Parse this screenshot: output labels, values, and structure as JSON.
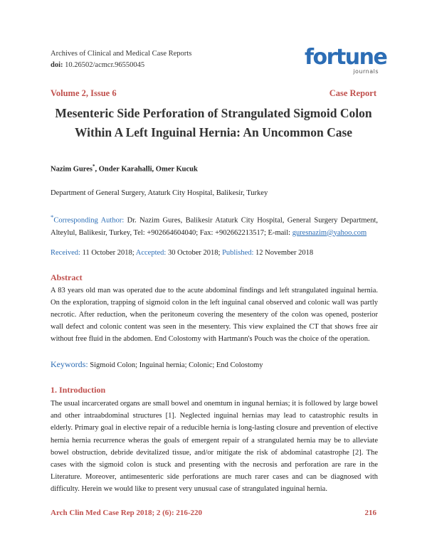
{
  "header": {
    "journal": "Archives of Clinical and Medical Case Reports",
    "doi_label": "doi:",
    "doi_value": "10.26502/acmcr.96550045",
    "logo_text": "fortune",
    "logo_sub": "journals"
  },
  "meta": {
    "volume": "Volume 2, Issue 6",
    "article_type": "Case Report"
  },
  "title": {
    "line1": "Mesenteric Side Perforation of Strangulated Sigmoid Colon",
    "line2": "Within A Left Inguinal Hernia: An Uncommon Case"
  },
  "authors": {
    "first": "Nazim Gures",
    "mark": "*",
    "rest": ", Onder Karahalli, Omer Kucuk"
  },
  "department": "Department of General Surgery, Ataturk City Hospital, Balikesir, Turkey",
  "corresponding": {
    "mark": "*",
    "label": "Corresponding Author:",
    "text": " Dr. Nazim Gures, Balikesir Ataturk City Hospital, General Surgery Department, Alteylul, Balikesir, Turkey, Tel: +902664604040; Fax: +902662213517; E-mail: ",
    "email": "guresnazim@yahoo.com"
  },
  "dates": {
    "received_label": "Received:",
    "received": " 11 October 2018; ",
    "accepted_label": "Accepted:",
    "accepted": " 30 October 2018; ",
    "published_label": "Published:",
    "published": " 12 November 2018"
  },
  "abstract": {
    "heading": "Abstract",
    "body": "A 83 years old man was operated due to the acute abdominal findings and left strangulated inguinal hernia. On the exploration, trapping of sigmoid colon in the left inguinal canal observed and colonic wall was partly necrotic. After reduction, when the peritoneum covering the mesentery of the colon was opened, posterior wall defect and colonic content was seen in the mesentery. This view explained the CT that shows free air without free fluid in the abdomen. End Colostomy with Hartmann's Pouch was the choice of the operation."
  },
  "keywords": {
    "label": "Keywords:",
    "text": " Sigmoid Colon; Inguinal hernia; Colonic; End Colostomy"
  },
  "intro": {
    "heading": "1. Introduction",
    "body": "The usual incarcerated organs are small bowel and onemtum in ingunal hernias; it is followed by large bowel and other intraabdominal structures [1]. Neglected inguinal hernias may lead to catastrophic results in elderly. Primary goal in elective repair of a reducible hernia is long-lasting closure and prevention of elective hernia hernia recurrence wheras the goals of emergent repair of a strangulated hernia may be to alleviate bowel obstruction, debride devitalized tissue, and/or mitigate the risk of abdominal catastrophe [2]. The cases with the sigmoid colon is stuck and presenting with the necrosis and perforation are rare in the Literature. Moreover, antimesenteric side perforations are much rarer cases and can be diagnosed with difficulty. Herein we would like to present very unusual case of strangulated inguinal hernia."
  },
  "footer": {
    "citation": "Arch Clin Med Case Rep 2018; 2 (6): 216-220",
    "page": "216"
  },
  "colors": {
    "accent_red": "#c0504d",
    "accent_blue": "#2c6db5",
    "logo_orange": "#f28c28"
  }
}
